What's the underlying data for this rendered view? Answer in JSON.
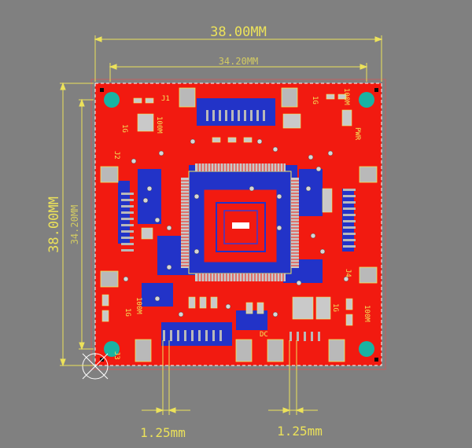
{
  "dimensions": {
    "width_outer": "38.00MM",
    "width_inner": "34.20MM",
    "height_outer": "38.00MM",
    "height_inner": "34.20MM",
    "pitch_left": "1.25mm",
    "pitch_right": "1.25mm"
  },
  "silkscreen": {
    "j1": "J1",
    "j2": "J2",
    "j3": "J3",
    "j4": "J4",
    "led_1g_top_left": "1G",
    "led_100m_top_left": "100M",
    "led_1g_top_right": "1G",
    "led_100m_top_right": "100M",
    "pwr": "PWR",
    "led_1g_bottom_left": "1G",
    "led_100m_bottom_left": "100M",
    "led_1g_bottom_right": "1G",
    "led_100m_bottom_right": "100M",
    "dc": "DC"
  },
  "colors": {
    "background": "#808080",
    "board": "#f21a10",
    "bottom_layer": "#2233c8",
    "pad": "#b9b9b9",
    "mounting_hole": "#19b3a3",
    "silkscreen": "#f2e85a",
    "dimension": "#ece25a"
  }
}
